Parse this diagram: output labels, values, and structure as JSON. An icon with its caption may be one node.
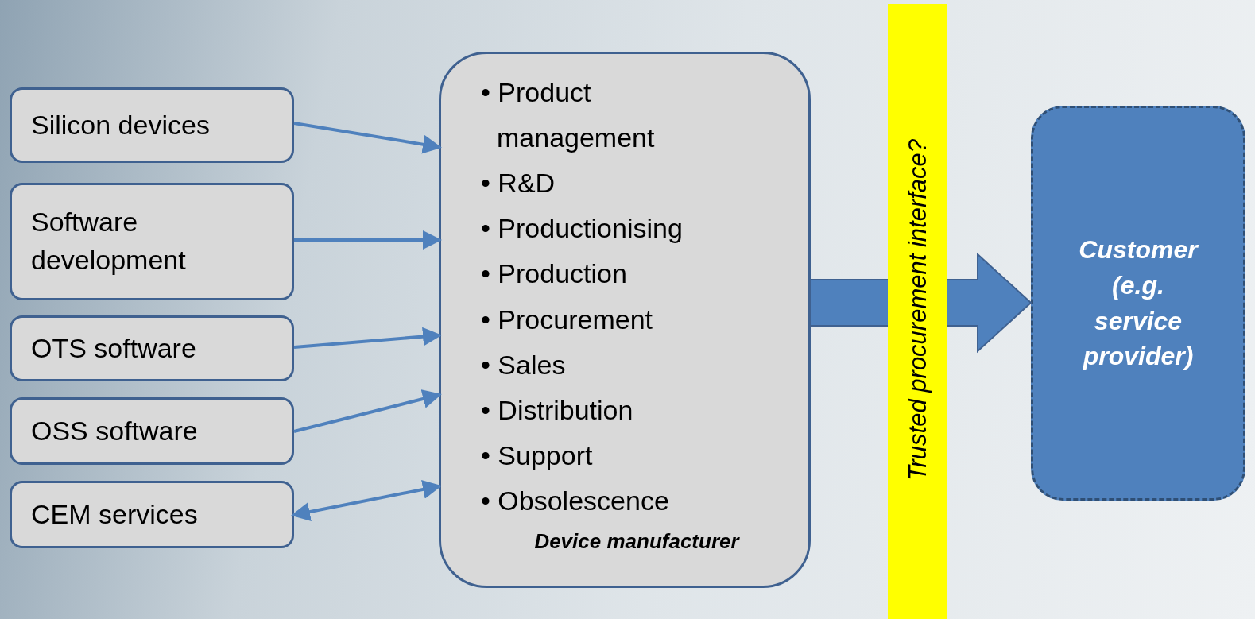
{
  "diagram": {
    "nodes": [
      {
        "text": [
          "Silicon devices"
        ]
      },
      {
        "text": [
          "Software development"
        ]
      },
      {
        "text": [
          "OTS software"
        ]
      },
      {
        "text": [
          "OSS software"
        ]
      },
      {
        "text": [
          "CEM services"
        ]
      },
      {
        "text": [
          "• Product management",
          "• R&D",
          "• Productionising",
          "• Production",
          "• Procurement",
          "• Sales",
          "• Distribution",
          "• Support",
          "• Obsolescence",
          "Device manufacturer"
        ]
      },
      {
        "text": [
          "Trusted procurement interface?"
        ]
      },
      {
        "text": [
          "Customer (e.g. service provider)"
        ]
      }
    ],
    "edges": [
      {
        "from": 0,
        "to": 5,
        "arrow": "to"
      },
      {
        "from": 1,
        "to": 5,
        "arrow": "to"
      },
      {
        "from": 2,
        "to": 5,
        "arrow": "to"
      },
      {
        "from": 3,
        "to": 5,
        "arrow": "to"
      },
      {
        "from": 4,
        "to": 5,
        "arrow": "both"
      },
      {
        "from": 5,
        "to": 7,
        "arrow": "to",
        "style": "thick"
      }
    ]
  }
}
